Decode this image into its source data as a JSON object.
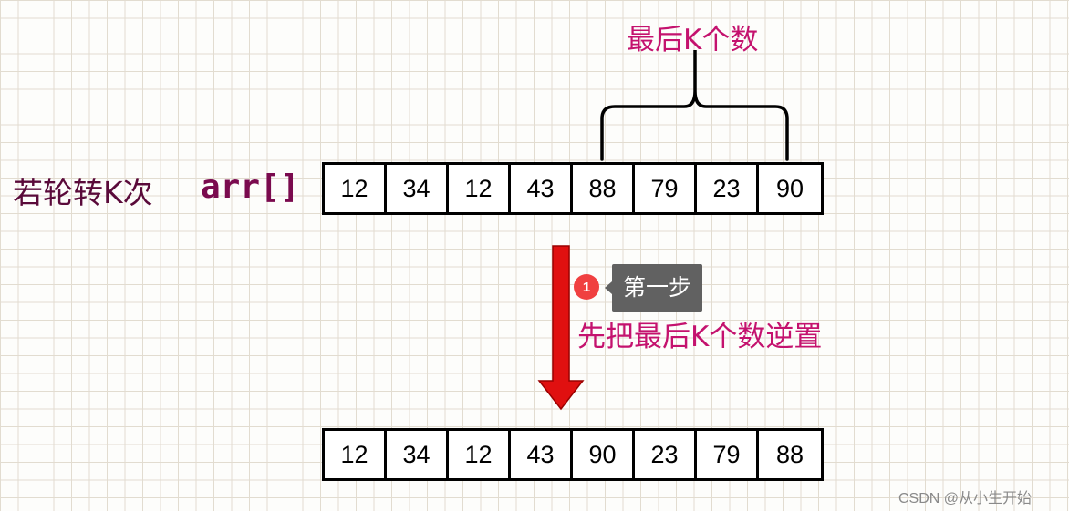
{
  "diagram": {
    "left_label": "若轮转K次",
    "array_name": "arr[]",
    "brace_label": "最后K个数",
    "top_array": [
      "12",
      "34",
      "12",
      "43",
      "88",
      "79",
      "23",
      "90"
    ],
    "bottom_array": [
      "12",
      "34",
      "12",
      "43",
      "90",
      "23",
      "79",
      "88"
    ],
    "step": {
      "badge": "1",
      "tooltip": "第一步",
      "description": "先把最后K个数逆置"
    },
    "colors": {
      "arrow": "#e01010",
      "label_pink": "#c4126e",
      "label_dark": "#5a0a3a"
    }
  },
  "watermark": "CSDN @从小生开始"
}
